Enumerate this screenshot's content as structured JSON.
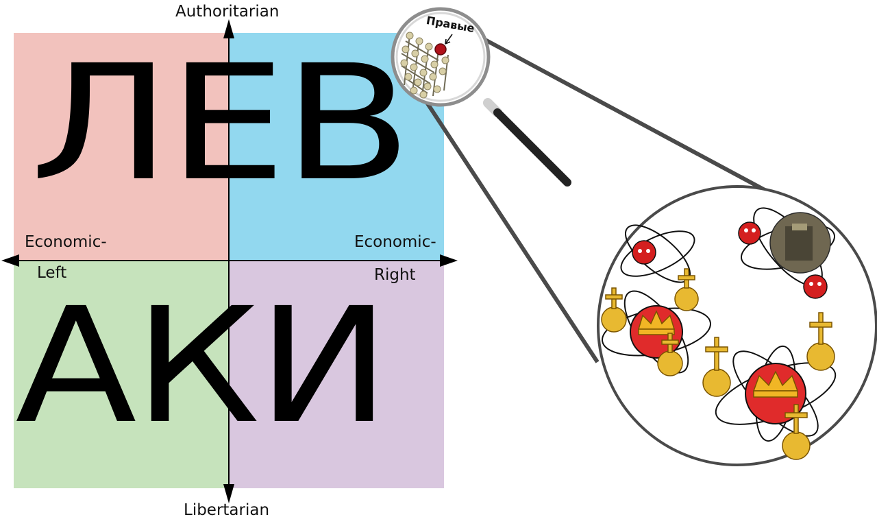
{
  "compass": {
    "axis_top": "Authoritarian",
    "axis_bottom": "Libertarian",
    "axis_left_line1": "Economic-",
    "axis_left_line2": "Left",
    "axis_right_line1": "Economic-",
    "axis_right_line2": "Right",
    "word_top": "ЛЕВ",
    "word_bottom": "АКИ",
    "colors": {
      "authoritarian_left": "#f2c2bd",
      "authoritarian_right": "#92d8ef",
      "libertarian_left": "#c6e3bc",
      "libertarian_right": "#d9c7df"
    }
  },
  "magnifier": {
    "lens_label": "Правые",
    "icon": "magnifying-glass-icon"
  },
  "zoomed_view": {
    "icon": "royalist-atom-icon"
  }
}
